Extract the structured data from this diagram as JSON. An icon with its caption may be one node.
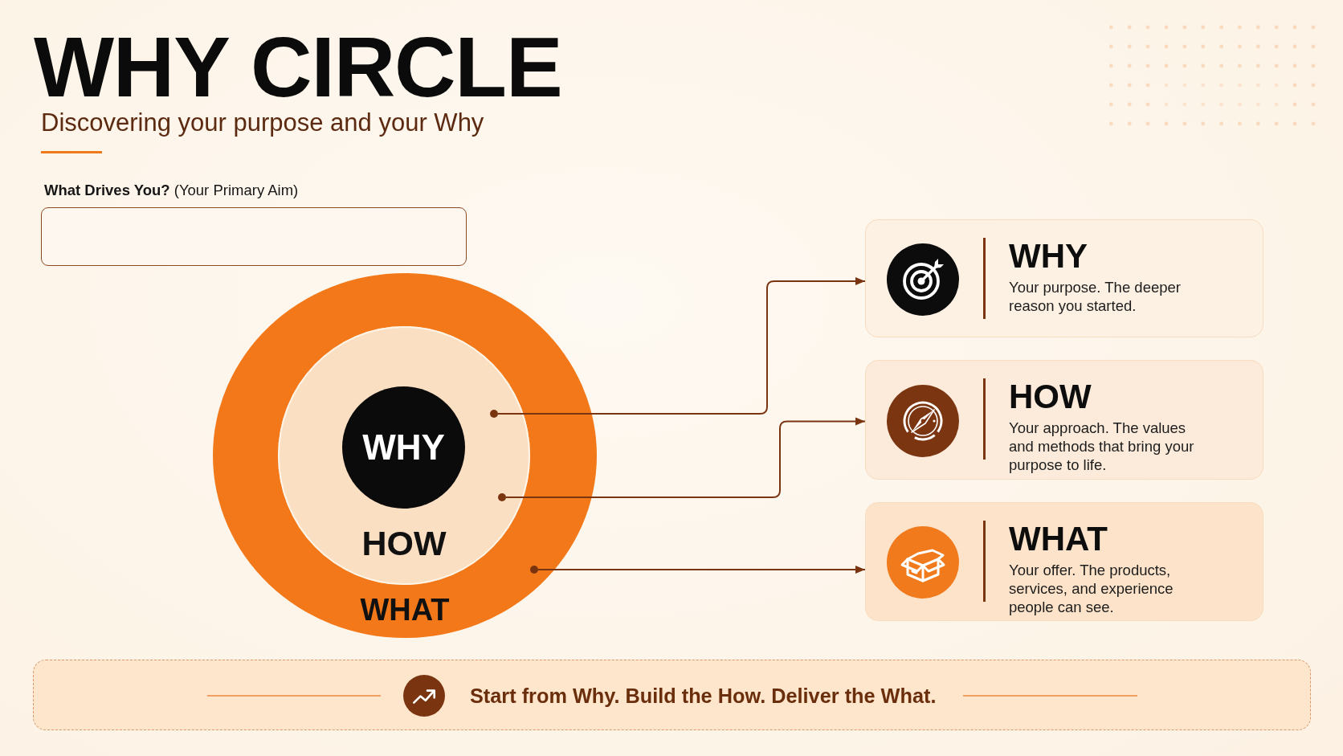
{
  "diagram": {
    "title": "WHY CIRCLE",
    "nodes": [
      {
        "text": [
          "WHAT"
        ]
      },
      {
        "text": [
          "HOW"
        ],
        "in": 0
      },
      {
        "text": [
          "WHY"
        ],
        "in": 1
      },
      {
        "text": [],
        "shape": "circle",
        "in": 1
      },
      {
        "text": [],
        "shape": "circle",
        "in": 1
      },
      {
        "text": [],
        "shape": "circle",
        "in": 0
      },
      {
        "text": [
          "WHY",
          "Your purpose. The deeper reason you started."
        ]
      },
      {
        "text": [
          "HOW",
          "Your approach. The values and methods that bring your purpose to life."
        ]
      },
      {
        "text": [
          "WHAT",
          "Your offer. The products, services, and experience people can see."
        ]
      },
      {
        "text": [
          "Start from Why. Build the How. Deliver the What."
        ]
      }
    ],
    "edges": [
      {
        "from": 3,
        "to": 6,
        "arrow": "to"
      },
      {
        "from": 4,
        "to": 7,
        "arrow": "to"
      },
      {
        "from": 5,
        "to": 8,
        "arrow": "to"
      }
    ],
    "labels": [
      "Discovering your purpose and your Why",
      "**What Drives You?** (Your Primary Aim)"
    ]
  }
}
